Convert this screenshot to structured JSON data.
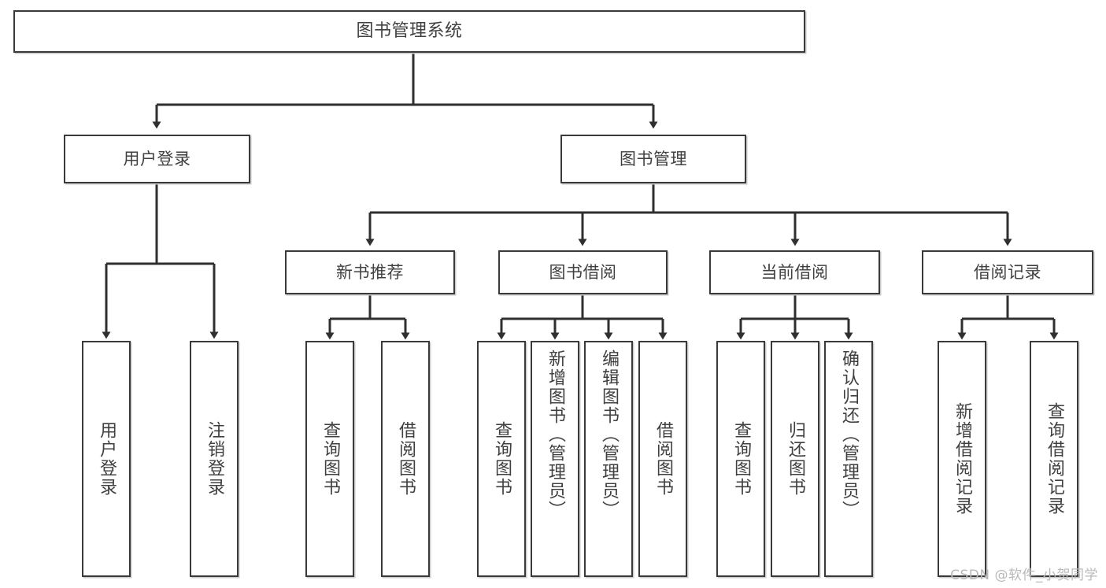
{
  "diagram": {
    "title": "图书管理系统",
    "type": "tree-structure-chart",
    "watermark": "CSDN @软件_小贺同学",
    "colors": {
      "node_border": "#3a3a3a",
      "node_fill": "#ffffff",
      "edge": "#2f2f2f",
      "label_text": "#404040",
      "watermark_text": "#b9b9b9",
      "background": "#ffffff"
    },
    "nodes": {
      "root": {
        "label": "图书管理系统"
      },
      "level2": [
        {
          "id": "user-login",
          "label": "用户登录"
        },
        {
          "id": "book-manage",
          "label": "图书管理"
        }
      ],
      "level3": [
        {
          "id": "new-book-recommend",
          "label": "新书推荐"
        },
        {
          "id": "book-borrow",
          "label": "图书借阅"
        },
        {
          "id": "current-borrow",
          "label": "当前借阅"
        },
        {
          "id": "borrow-record",
          "label": "借阅记录"
        }
      ],
      "leaves": {
        "user_login": [
          {
            "id": "leaf-user-login",
            "label": "用户登录"
          },
          {
            "id": "leaf-logout-login",
            "label": "注销登录"
          }
        ],
        "new_book_recommend": [
          {
            "id": "leaf-query-book-1",
            "label": "查询图书"
          },
          {
            "id": "leaf-borrow-book-1",
            "label": "借阅图书"
          }
        ],
        "book_borrow": [
          {
            "id": "leaf-query-book-2",
            "label": "查询图书"
          },
          {
            "id": "leaf-add-book",
            "label": "新增图书（管理员）"
          },
          {
            "id": "leaf-edit-book",
            "label": "编辑图书（管理员）"
          },
          {
            "id": "leaf-borrow-book-2",
            "label": "借阅图书"
          }
        ],
        "current_borrow": [
          {
            "id": "leaf-query-book-3",
            "label": "查询图书"
          },
          {
            "id": "leaf-return-book",
            "label": "归还图书"
          },
          {
            "id": "leaf-confirm-return",
            "label": "确认归还（管理员）"
          }
        ],
        "borrow_record": [
          {
            "id": "leaf-add-record",
            "label": "新增借阅记录"
          },
          {
            "id": "leaf-query-record",
            "label": "查询借阅记录"
          }
        ]
      }
    }
  }
}
